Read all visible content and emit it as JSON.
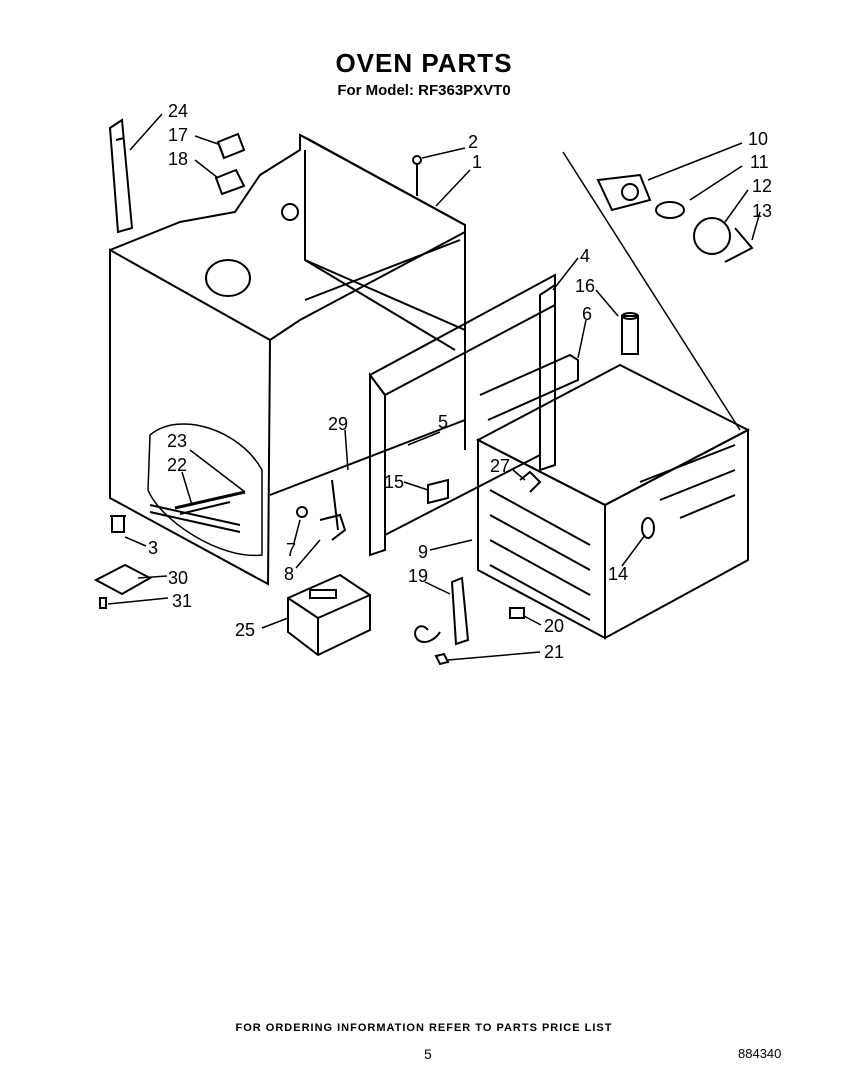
{
  "header": {
    "title": "OVEN PARTS",
    "model_line": "For Model: RF363PXVT0"
  },
  "diagram": {
    "callouts": [
      "24",
      "17",
      "18",
      "2",
      "1",
      "10",
      "11",
      "12",
      "13",
      "4",
      "16",
      "6",
      "23",
      "22",
      "29",
      "5",
      "27",
      "15",
      "3",
      "7",
      "8",
      "9",
      "14",
      "30",
      "31",
      "19",
      "20",
      "25",
      "21"
    ]
  },
  "footer": {
    "ordering_note": "FOR ORDERING INFORMATION REFER TO PARTS PRICE LIST",
    "page_number": "5",
    "document_number": "884340"
  }
}
